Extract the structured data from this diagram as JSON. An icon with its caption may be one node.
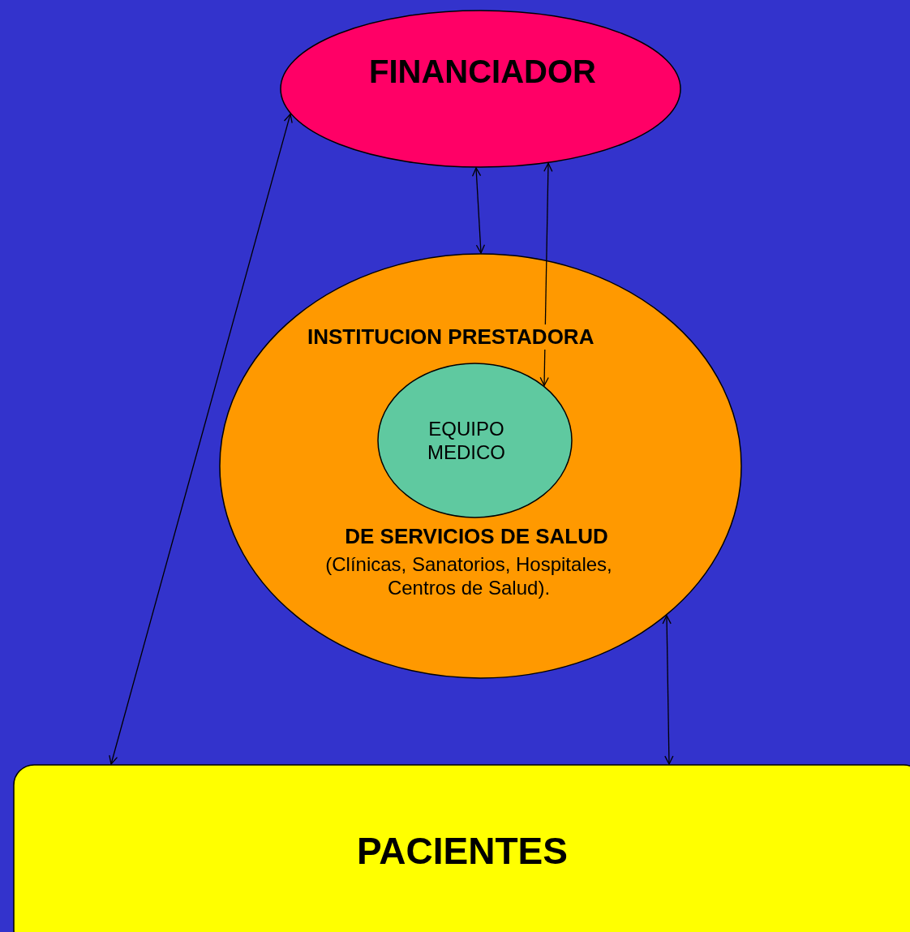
{
  "diagram": {
    "nodes": [
      {
        "text": [
          "FINANCIADOR"
        ]
      },
      {
        "text": [
          "INSTITUCION PRESTADORA",
          "DE SERVICIOS DE SALUD",
          "(Clínicas, Sanatorios, Hospitales, Centros de Salud)."
        ]
      },
      {
        "text": [
          "EQUIPO MEDICO"
        ],
        "in": 1
      },
      {
        "text": [
          "PACIENTES"
        ]
      }
    ],
    "edges": [
      {
        "from": 0,
        "to": 1,
        "arrow": "both"
      },
      {
        "from": 0,
        "to": 2,
        "arrow": "both"
      },
      {
        "from": 1,
        "to": 3,
        "arrow": "both"
      },
      {
        "from": 0,
        "to": 3,
        "arrow": "both"
      }
    ]
  }
}
